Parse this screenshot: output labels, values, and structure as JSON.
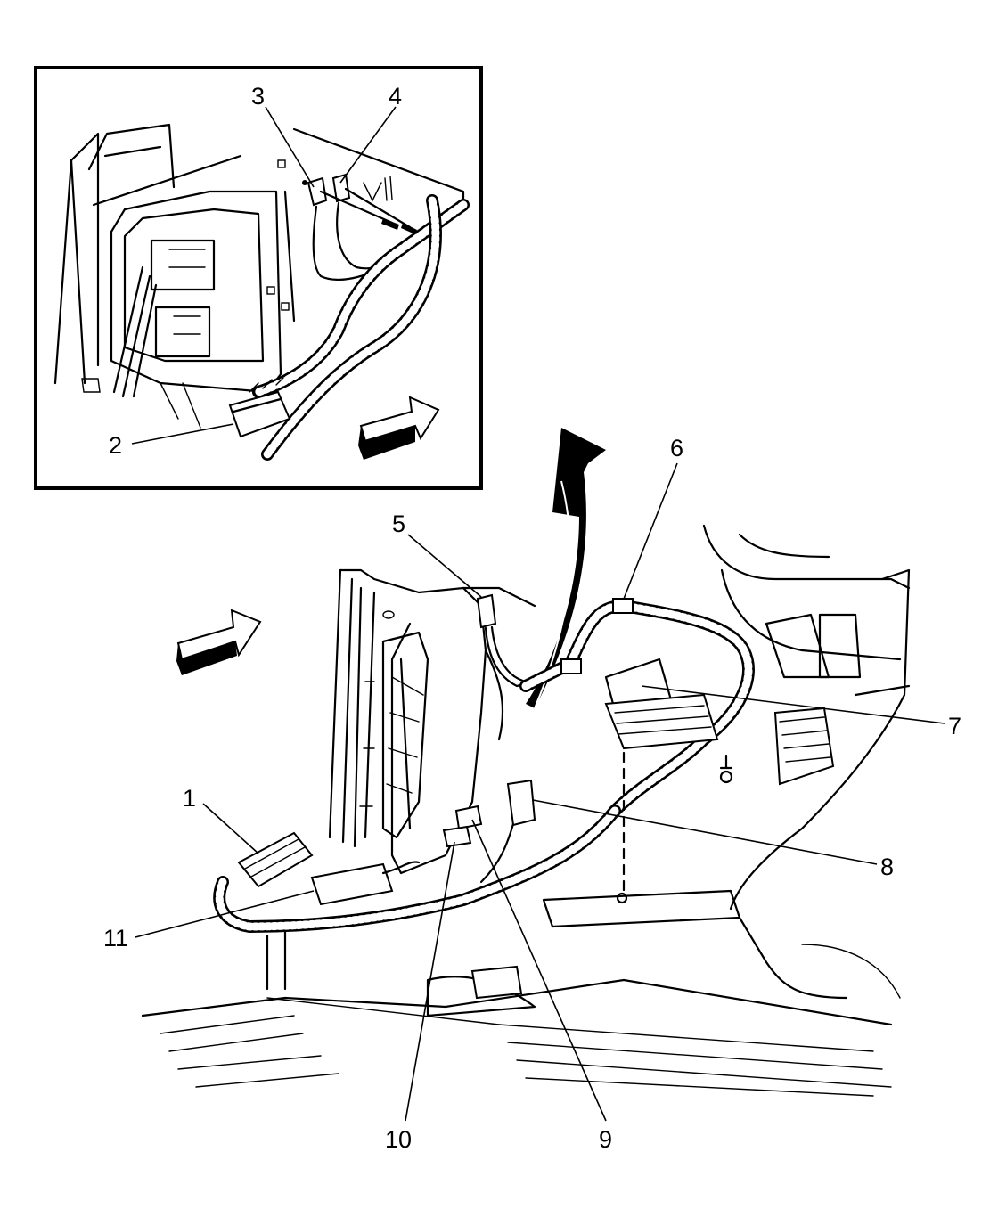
{
  "callouts": [
    {
      "id": "1",
      "label": "1"
    },
    {
      "id": "2",
      "label": "2"
    },
    {
      "id": "3",
      "label": "3"
    },
    {
      "id": "4",
      "label": "4"
    },
    {
      "id": "5",
      "label": "5"
    },
    {
      "id": "6",
      "label": "6"
    },
    {
      "id": "7",
      "label": "7"
    },
    {
      "id": "8",
      "label": "8"
    },
    {
      "id": "9",
      "label": "9"
    },
    {
      "id": "10",
      "label": "10"
    },
    {
      "id": "11",
      "label": "11"
    }
  ],
  "icons": {
    "inset_direction_arrow": "forward-arrow-icon",
    "main_direction_arrow": "forward-arrow-icon",
    "detail_view_arrow": "curved-arrow-icon"
  },
  "colors": {
    "ink": "#000000",
    "background": "#ffffff"
  }
}
